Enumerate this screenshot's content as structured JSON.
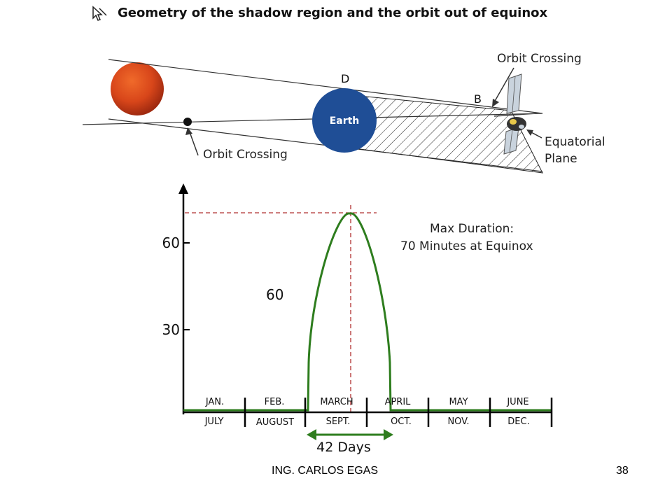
{
  "title": "Geometry of the shadow region and the orbit out of equinox",
  "geometry": {
    "point_d": "D",
    "point_b": "B",
    "earth_label": "Earth",
    "orbit_crossing_top": "Orbit Crossing",
    "orbit_crossing_bottom": "Orbit Crossing",
    "equatorial_plane_line1": "Equatorial",
    "equatorial_plane_line2": "Plane"
  },
  "chart": {
    "y_ticks": [
      "30",
      "60"
    ],
    "annotation_line1": "Max Duration:",
    "annotation_line2": "70 Minutes at Equinox",
    "center_value": "60",
    "months_top": [
      "JAN.",
      "FEB.",
      "MARCH",
      "APRIL",
      "MAY",
      "JUNE"
    ],
    "months_bottom": [
      "JULY",
      "AUGUST",
      "SEPT.",
      "OCT.",
      "NOV.",
      "DEC."
    ],
    "span_label": "42 Days",
    "colors": {
      "curve": "#2e7d1e",
      "guide": "#b03030",
      "axis": "#000000"
    }
  },
  "chart_data": {
    "type": "line",
    "y_ticks": [
      30,
      60
    ],
    "y_max": 70,
    "peak": {
      "value": 70,
      "label": "70 Minutes at Equinox"
    },
    "span_days": 42,
    "categories_top": [
      "JAN.",
      "FEB.",
      "MARCH",
      "APRIL",
      "MAY",
      "JUNE"
    ],
    "categories_bottom": [
      "JULY",
      "AUGUST",
      "SEPT.",
      "OCT.",
      "NOV.",
      "DEC."
    ]
  },
  "footer": {
    "author": "ING. CARLOS EGAS",
    "page": "38"
  }
}
